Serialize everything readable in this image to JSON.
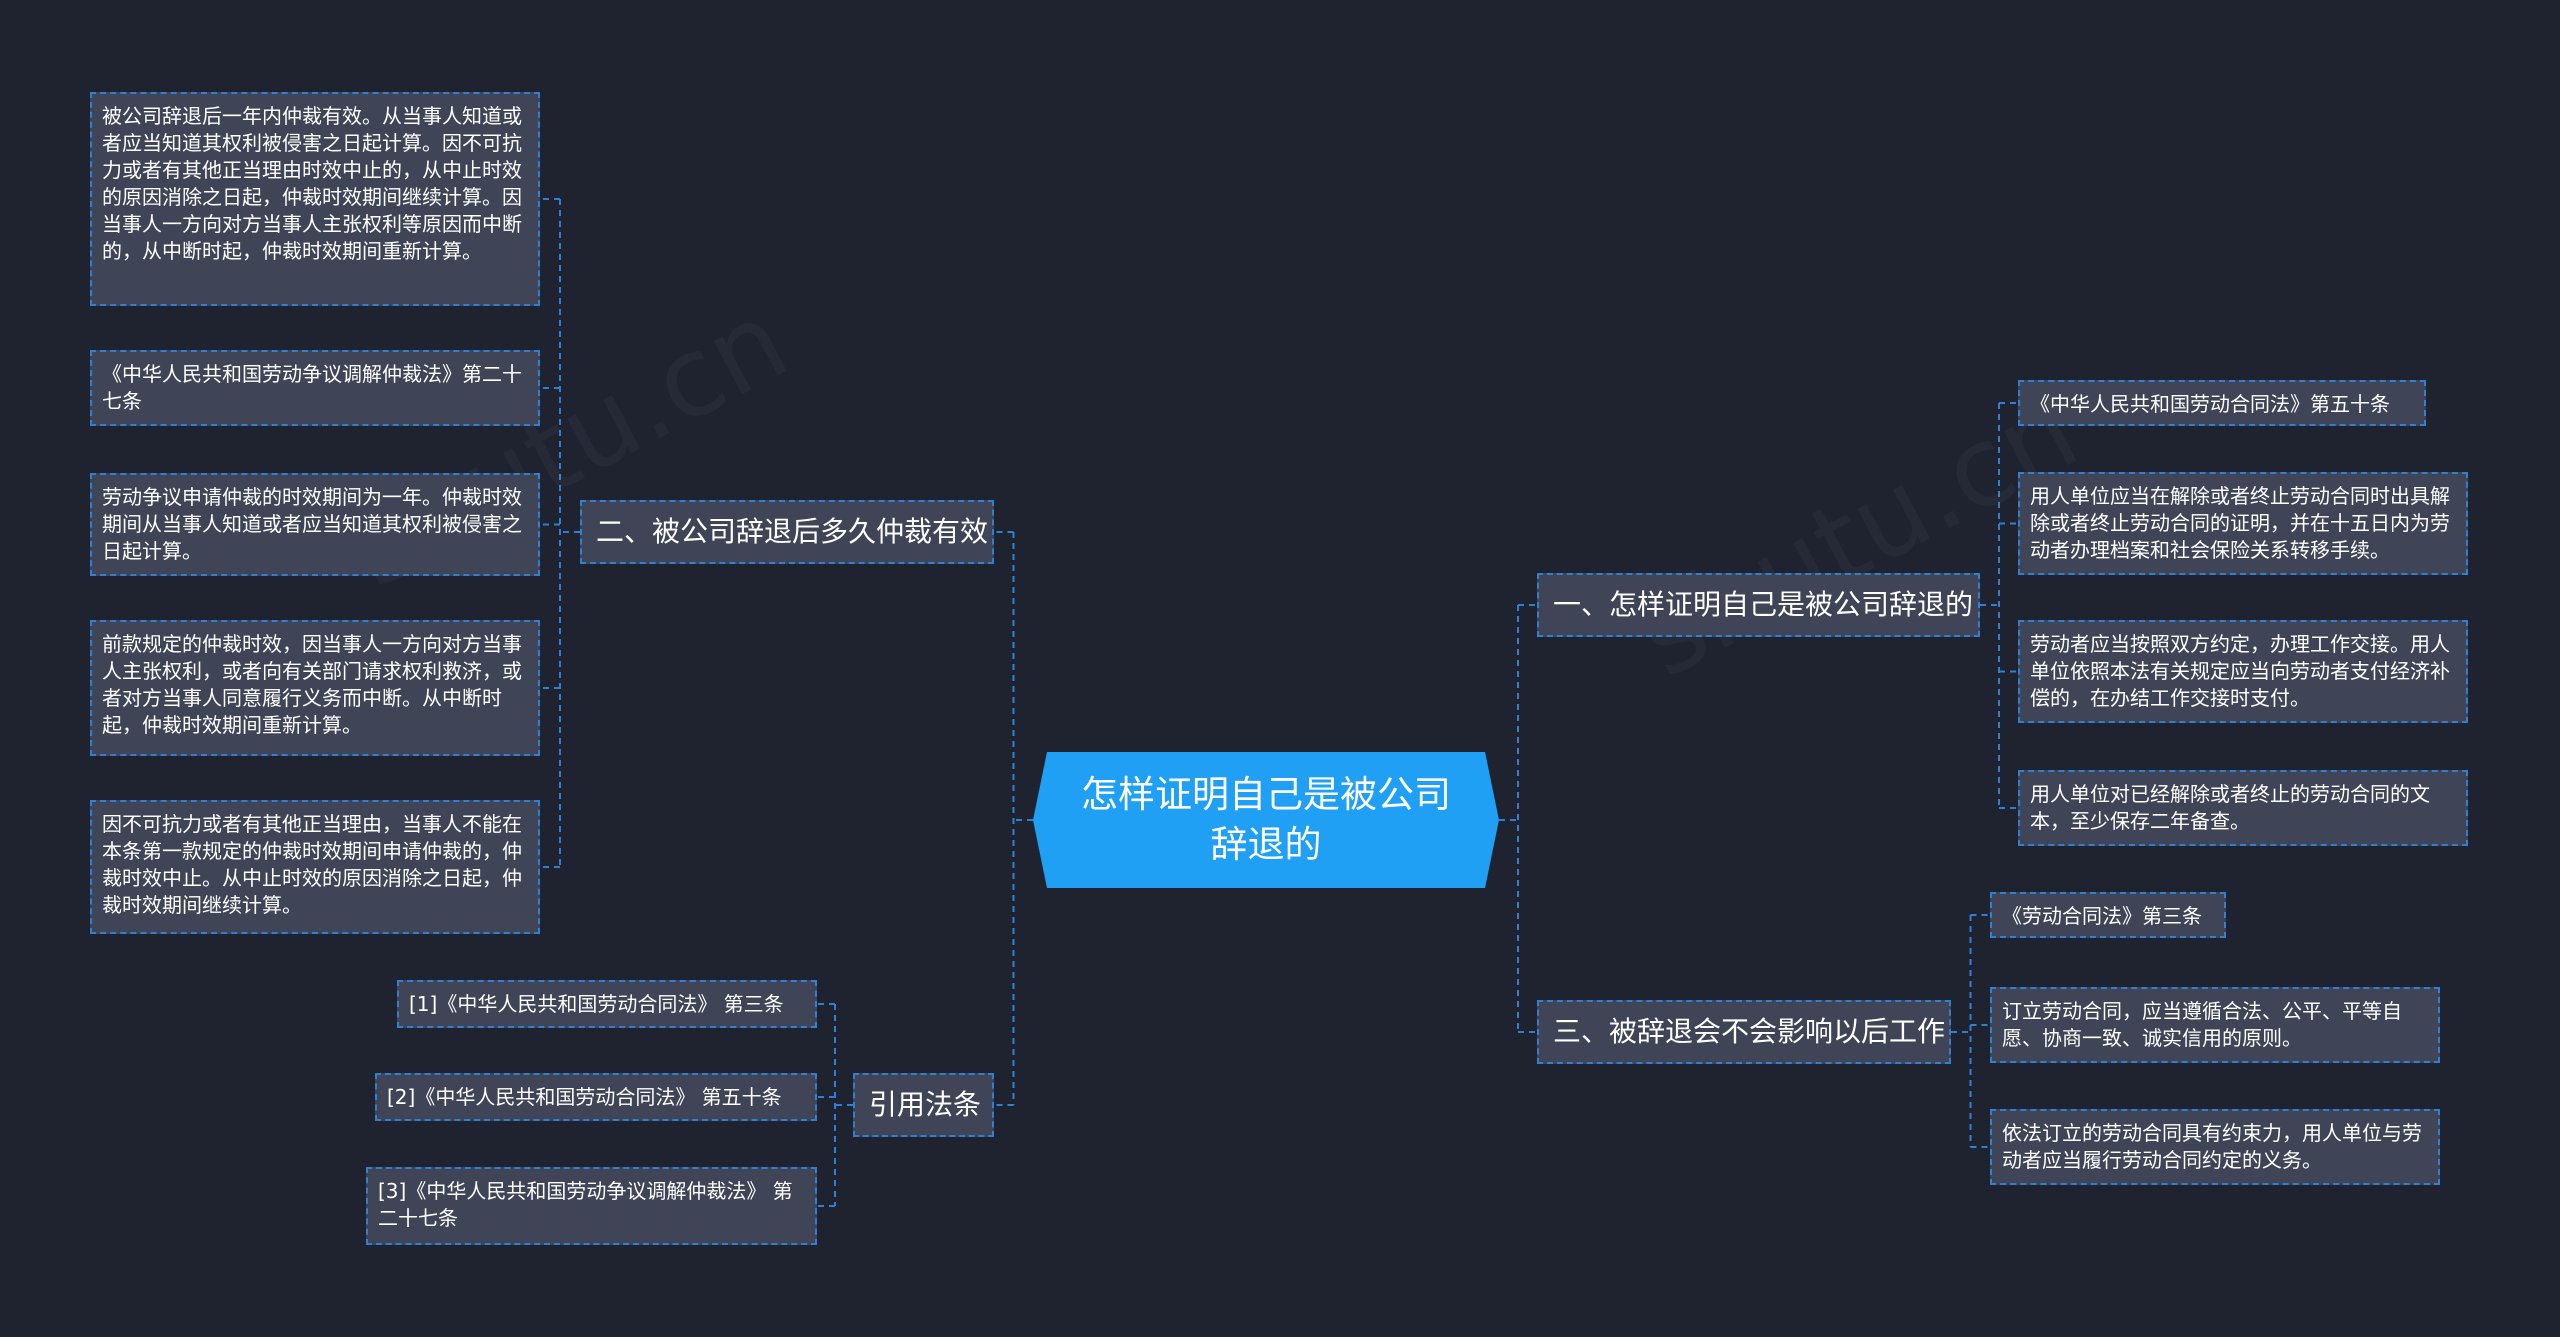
{
  "root": {
    "label": "怎样证明自己是被公司辞退的"
  },
  "watermarks": [
    "shutu.cn",
    "shutu.cn"
  ],
  "branches": {
    "b1": {
      "label": "一、怎样证明自己是被公司辞退的",
      "leaves": [
        "《中华人民共和国劳动合同法》第五十条",
        "用人单位应当在解除或者终止劳动合同时出具解除或者终止劳动合同的证明，并在十五日内为劳动者办理档案和社会保险关系转移手续。",
        "劳动者应当按照双方约定，办理工作交接。用人单位依照本法有关规定应当向劳动者支付经济补偿的，在办结工作交接时支付。",
        "用人单位对已经解除或者终止的劳动合同的文本，至少保存二年备查。"
      ]
    },
    "b2": {
      "label": "二、被公司辞退后多久仲裁有效",
      "leaves": [
        "被公司辞退后一年内仲裁有效。从当事人知道或者应当知道其权利被侵害之日起计算。因不可抗力或者有其他正当理由时效中止的，从中止时效的原因消除之日起，仲裁时效期间继续计算。因当事人一方向对方当事人主张权利等原因而中断的，从中断时起，仲裁时效期间重新计算。",
        "《中华人民共和国劳动争议调解仲裁法》第二十七条",
        "劳动争议申请仲裁的时效期间为一年。仲裁时效期间从当事人知道或者应当知道其权利被侵害之日起计算。",
        "前款规定的仲裁时效，因当事人一方向对方当事人主张权利，或者向有关部门请求权利救济，或者对方当事人同意履行义务而中断。从中断时起，仲裁时效期间重新计算。",
        "因不可抗力或者有其他正当理由，当事人不能在本条第一款规定的仲裁时效期间申请仲裁的，仲裁时效中止。从中止时效的原因消除之日起，仲裁时效期间继续计算。"
      ]
    },
    "b3": {
      "label": "三、被辞退会不会影响以后工作",
      "leaves": [
        "《劳动合同法》第三条",
        "订立劳动合同，应当遵循合法、公平、平等自愿、协商一致、诚实信用的原则。",
        "依法订立的劳动合同具有约束力，用人单位与劳动者应当履行劳动合同约定的义务。"
      ]
    },
    "b4": {
      "label": "引用法条",
      "leaves": [
        "[1]《中华人民共和国劳动合同法》 第三条",
        "[2]《中华人民共和国劳动合同法》 第五十条",
        "[3]《中华人民共和国劳动争议调解仲裁法》 第二十七条"
      ]
    }
  }
}
